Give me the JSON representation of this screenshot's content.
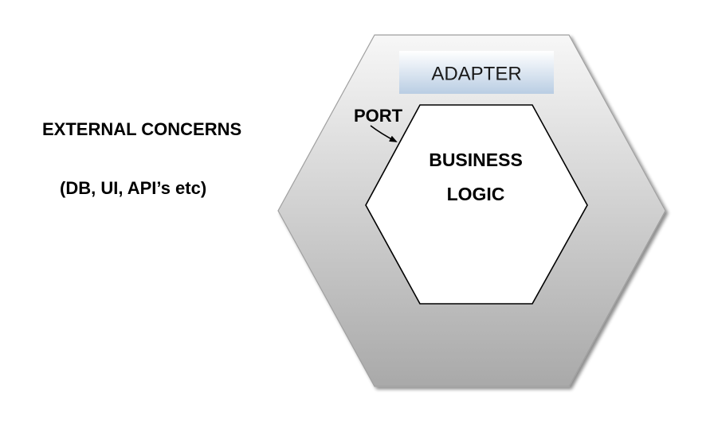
{
  "external": {
    "title": "EXTERNAL CONCERNS",
    "subtitle": "(DB, UI, API’s etc)"
  },
  "adapter": {
    "label": "ADAPTER"
  },
  "port": {
    "label": "PORT"
  },
  "core": {
    "line1": "BUSINESS",
    "line2": "LOGIC"
  },
  "colors": {
    "outer_gradient_top": "#f7f7f7",
    "outer_gradient_bottom": "#a9a9a9",
    "outer_stroke": "#a0a0a0",
    "adapter_gradient_top": "#ffffff",
    "adapter_gradient_bottom": "#b9cde3",
    "inner_fill": "#ffffff",
    "inner_stroke": "#000000"
  }
}
